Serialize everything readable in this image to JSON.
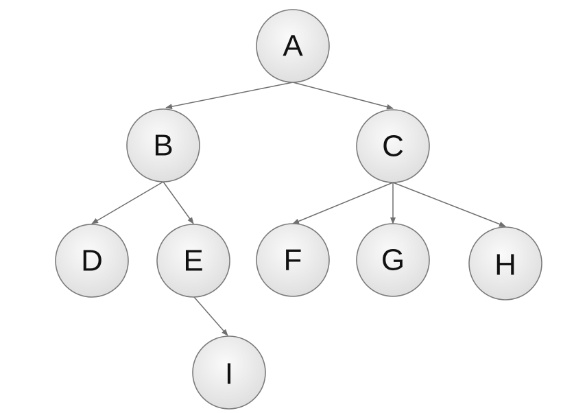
{
  "colors": {
    "node_fill_light": "#fafafa",
    "node_fill_dark": "#dedede",
    "node_stroke": "#7a7a7a",
    "edge": "#6f6f6f",
    "label": "#111111",
    "background": "#ffffff"
  },
  "nodes": {
    "A": {
      "label": "A"
    },
    "B": {
      "label": "B"
    },
    "C": {
      "label": "C"
    },
    "D": {
      "label": "D"
    },
    "E": {
      "label": "E"
    },
    "F": {
      "label": "F"
    },
    "G": {
      "label": "G"
    },
    "H": {
      "label": "H"
    },
    "I": {
      "label": "I"
    }
  },
  "edges": [
    {
      "from": "A",
      "to": "B"
    },
    {
      "from": "A",
      "to": "C"
    },
    {
      "from": "B",
      "to": "D"
    },
    {
      "from": "B",
      "to": "E"
    },
    {
      "from": "C",
      "to": "F"
    },
    {
      "from": "C",
      "to": "G"
    },
    {
      "from": "C",
      "to": "H"
    },
    {
      "from": "E",
      "to": "I"
    }
  ]
}
